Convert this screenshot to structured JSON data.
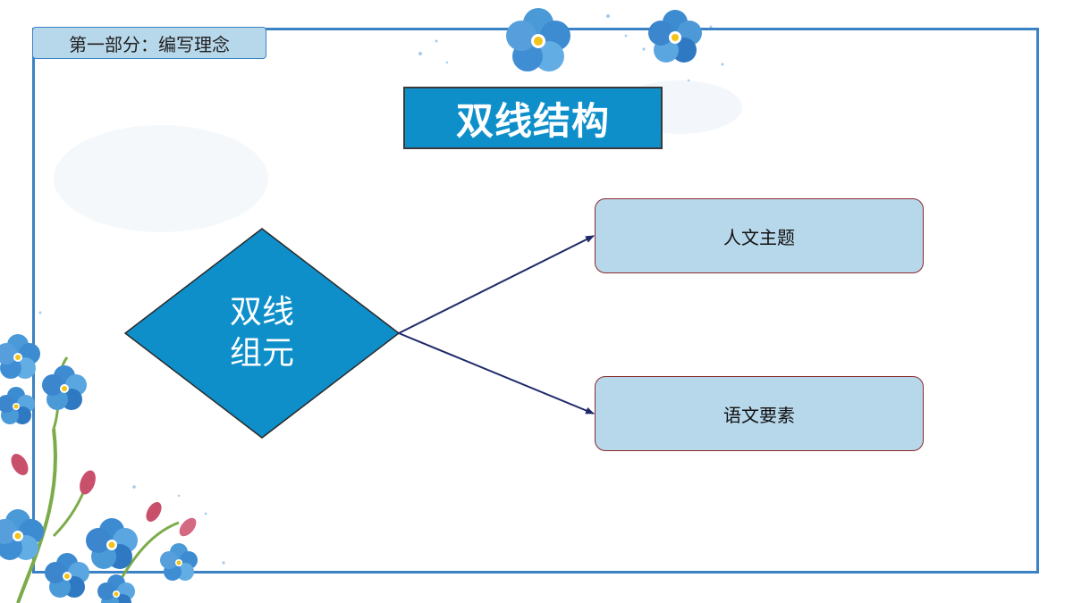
{
  "section_tab": {
    "label": "第一部分：编写理念"
  },
  "title": "双线结构",
  "diagram": {
    "center_node": {
      "line1": "双线",
      "line2": "组元"
    },
    "branches": [
      {
        "label": "人文主题"
      },
      {
        "label": "语文要素"
      }
    ]
  },
  "colors": {
    "frame": "#3b82c4",
    "title_fill": "#0e8fca",
    "diamond_fill": "#0e8fca",
    "node_fill": "#b7d7ea",
    "node_border": "#8b2a2a",
    "arrow": "#1f2a6b"
  },
  "decorations": [
    "forget-me-not-flower-cluster-top",
    "forget-me-not-flower-cluster-left",
    "watercolor-splash"
  ]
}
